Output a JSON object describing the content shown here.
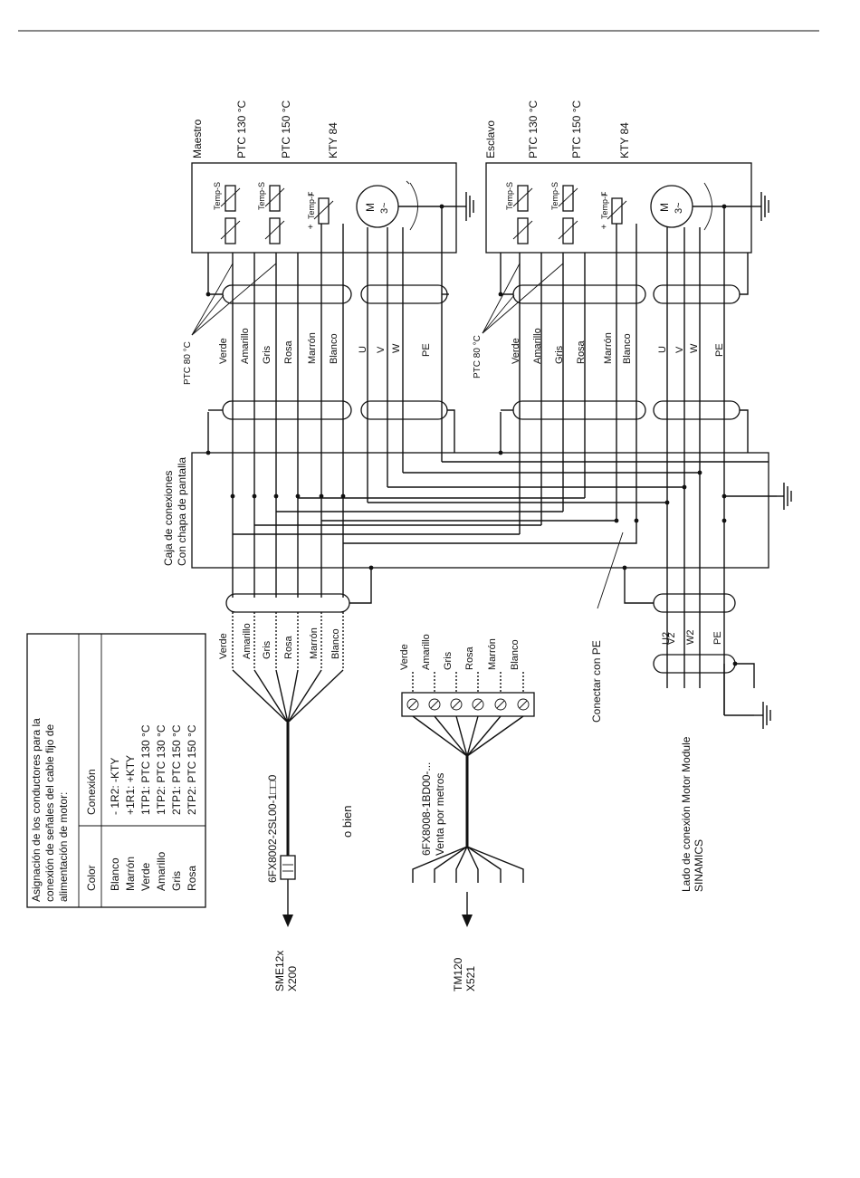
{
  "labels": {
    "master": "Maestro",
    "slave": "Esclavo",
    "ptc130": "PTC 130 °C",
    "ptc150": "PTC 150 °C",
    "kty84": "KTY 84",
    "ptc80": "PTC 80 °C",
    "temp_s": "Temp-S",
    "temp_f": "Temp-F",
    "motor_m": "M",
    "motor_3": "3~",
    "plus": "+",
    "minus": "−",
    "junction_box_1": "Caja de conexiones",
    "junction_box_2": "Con chapa de pantalla",
    "connect_pe": "Conectar con PE",
    "motor_module_1": "Lado de conexión Motor Module",
    "motor_module_2": "SINAMICS",
    "cable_1": "6FX8002-2SL00-1□□0",
    "or": "o bien",
    "cable_2_1": "6FX8008-1BD00-...",
    "cable_2_2": "Venta por metros",
    "sme_1": "SME12x",
    "sme_2": "X200",
    "tm_1": "TM120",
    "tm_2": "X521"
  },
  "wire_colors": [
    "Verde",
    "Amarillo",
    "Gris",
    "Rosa",
    "Marrón",
    "Blanco"
  ],
  "power_wires": [
    "U",
    "V",
    "W",
    "PE"
  ],
  "power_terminals": [
    "U2",
    "V2",
    "W2",
    "PE"
  ],
  "assignment_table": {
    "caption_1": "Asignación de los conductores para la",
    "caption_2": "conexión de señales del cable fijo de",
    "caption_3": "alimentación de motor:",
    "header_color": "Color",
    "header_connection": "Conexión",
    "rows": [
      {
        "color": "Blanco",
        "connection": "- 1R2:  -KTY"
      },
      {
        "color": "Marrón",
        "connection": "+1R1:  +KTY"
      },
      {
        "color": "Verde",
        "connection": "1TP1:  PTC 130 °C"
      },
      {
        "color": "Amarillo",
        "connection": "1TP2:  PTC 130 °C"
      },
      {
        "color": "Gris",
        "connection": "2TP1:  PTC 150 °C"
      },
      {
        "color": "Rosa",
        "connection": "2TP2:  PTC 150 °C"
      }
    ]
  }
}
